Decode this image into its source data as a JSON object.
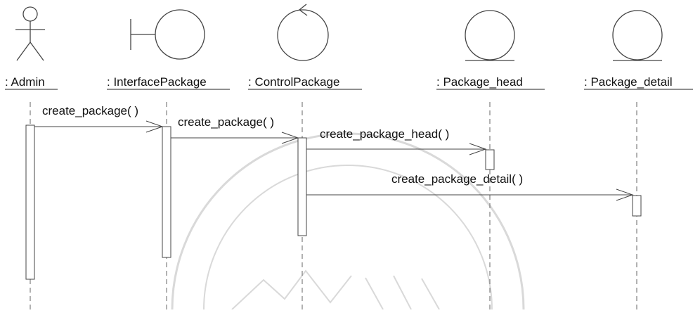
{
  "participants": [
    {
      "id": "admin",
      "label": ": Admin",
      "kind": "actor"
    },
    {
      "id": "interface",
      "label": ": InterfacePackage",
      "kind": "boundary"
    },
    {
      "id": "control",
      "label": ": ControlPackage",
      "kind": "control"
    },
    {
      "id": "head",
      "label": ": Package_head",
      "kind": "entity"
    },
    {
      "id": "detail",
      "label": ": Package_detail",
      "kind": "entity"
    }
  ],
  "messages": [
    {
      "from": "admin",
      "to": "interface",
      "label": "create_package( )"
    },
    {
      "from": "interface",
      "to": "control",
      "label": "create_package( )"
    },
    {
      "from": "control",
      "to": "head",
      "label": "create_package_head( )"
    },
    {
      "from": "control",
      "to": "detail",
      "label": "create_package_detail( )"
    }
  ],
  "colors": {
    "line": "#444444",
    "watermark": "#d8d8d8",
    "background": "#ffffff"
  }
}
